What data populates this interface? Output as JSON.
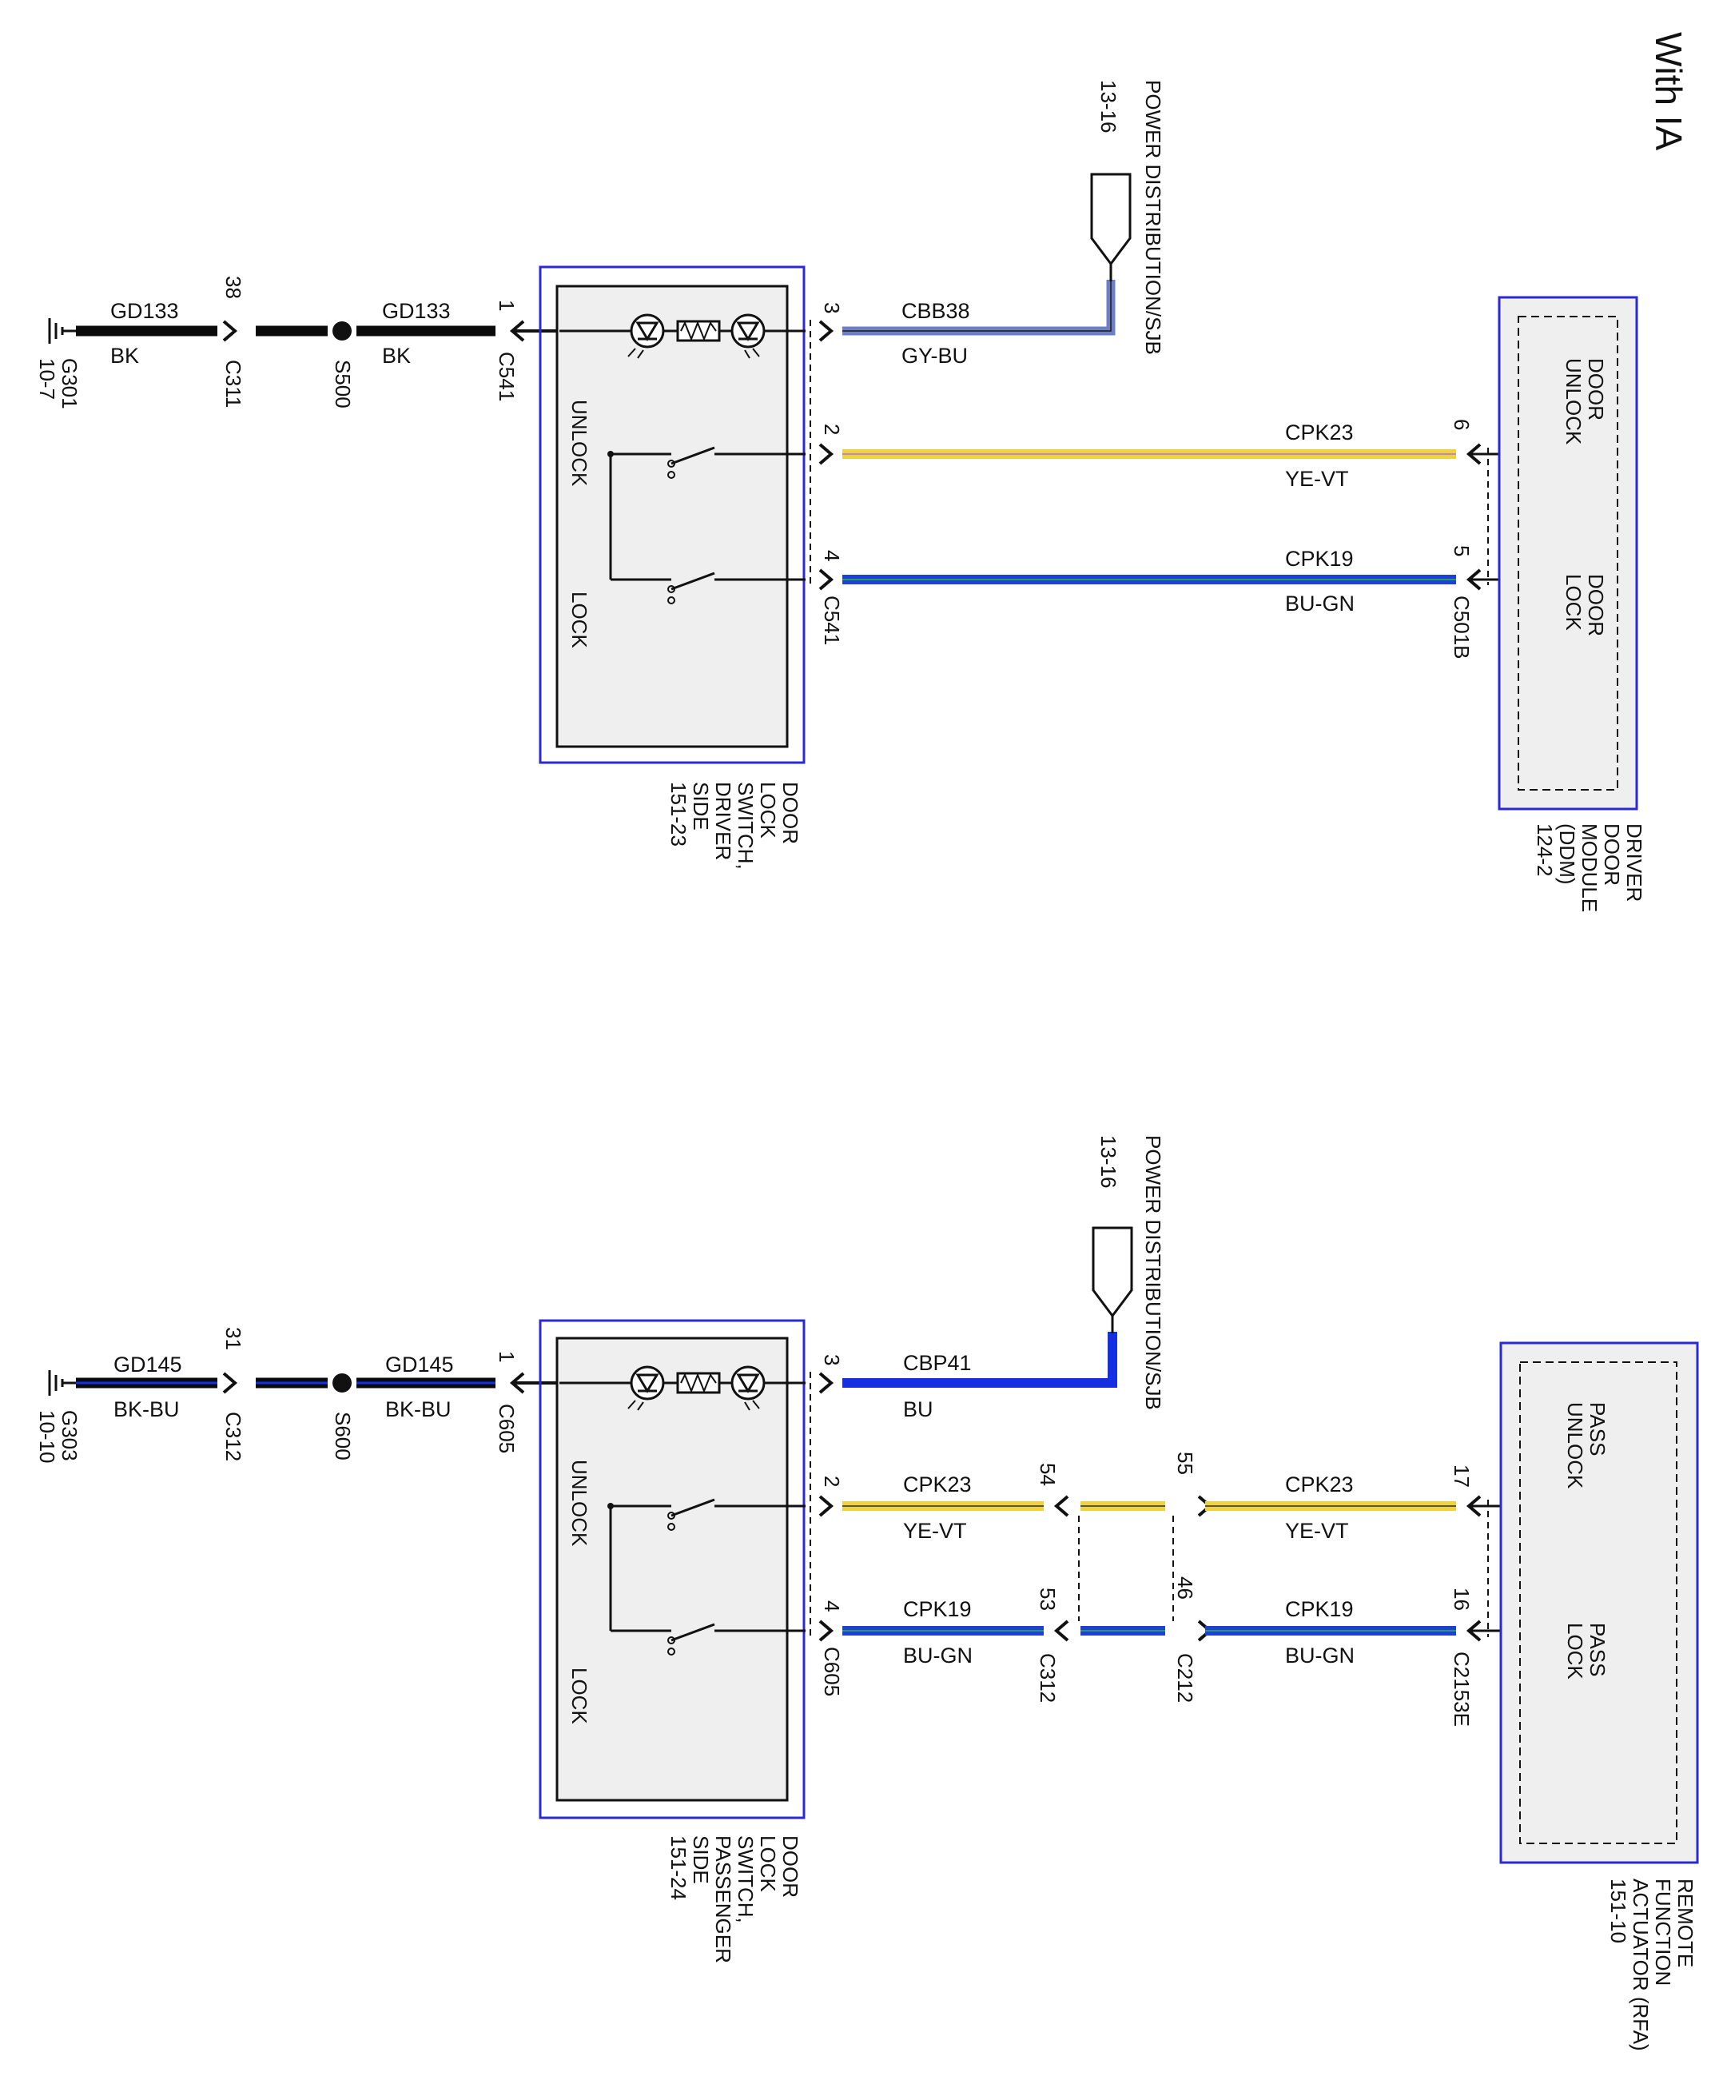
{
  "title": "With IA",
  "colors": {
    "BK": "#0a0a0a",
    "GY-BU": "#6a7fc8",
    "YE-VT": "#f2d23a",
    "BU-GN": "#1f3fd6",
    "BU": "#1530e0",
    "BK-BU": "#0a0a0a",
    "box_border": "#2a2ad0",
    "box_fill": "#efefef"
  },
  "upper": {
    "power": {
      "label": "POWER DISTRIBUTION/SJB",
      "ref": "13-16"
    },
    "ground": {
      "id": "G301",
      "ref": "10-7"
    },
    "ground_wire_left": {
      "circuit": "GD133",
      "color": "BK"
    },
    "ground_pin": "38",
    "ground_connector": "C311",
    "splice": "S500",
    "ground_wire_right": {
      "circuit": "GD133",
      "color": "BK"
    },
    "switch_pin_1": "1",
    "switch_connector_left": "C541",
    "switch_name": [
      "DOOR",
      "LOCK",
      "SWITCH,",
      "DRIVER",
      "SIDE",
      "151-23"
    ],
    "switch_labels": {
      "unlock": "UNLOCK",
      "lock": "LOCK"
    },
    "switch_connector_right": "C541",
    "wires": [
      {
        "pin": "3",
        "circuit": "CBB38",
        "color": "GY-BU"
      },
      {
        "pin": "2",
        "circuit": "CPK23",
        "color": "YE-VT",
        "far_pin": "6"
      },
      {
        "pin": "4",
        "circuit": "CPK19",
        "color": "BU-GN",
        "far_pin": "5"
      }
    ],
    "module_connector": "C501B",
    "module_name": [
      "DRIVER",
      "DOOR",
      "MODULE",
      "(DDM)",
      "124-2"
    ],
    "module_labels": {
      "unlock": [
        "DOOR",
        "UNLOCK"
      ],
      "lock": [
        "DOOR",
        "LOCK"
      ]
    }
  },
  "lower": {
    "power": {
      "label": "POWER DISTRIBUTION/SJB",
      "ref": "13-16"
    },
    "ground": {
      "id": "G303",
      "ref": "10-10"
    },
    "ground_wire_left": {
      "circuit": "GD145",
      "color": "BK-BU"
    },
    "ground_pin": "31",
    "ground_connector": "C312",
    "splice": "S600",
    "ground_wire_right": {
      "circuit": "GD145",
      "color": "BK-BU"
    },
    "switch_pin_1": "1",
    "switch_connector_left": "C605",
    "switch_name": [
      "DOOR",
      "LOCK",
      "SWITCH,",
      "PASSENGER",
      "SIDE",
      "151-24"
    ],
    "switch_labels": {
      "unlock": "UNLOCK",
      "lock": "LOCK"
    },
    "switch_connector_right": "C605",
    "wires": [
      {
        "pin": "3",
        "circuit": "CBP41",
        "color": "BU"
      },
      {
        "pin": "2",
        "circuit": "CPK23",
        "color": "YE-VT",
        "mid_pin_a": "54",
        "mid_pin_b": "55",
        "far_circuit": "CPK23",
        "far_color": "YE-VT",
        "far_pin": "17"
      },
      {
        "pin": "4",
        "circuit": "CPK19",
        "color": "BU-GN",
        "mid_pin_a": "53",
        "mid_pin_b": "46",
        "far_circuit": "CPK19",
        "far_color": "BU-GN",
        "far_pin": "16"
      }
    ],
    "mid_connector_a": "C312",
    "mid_connector_b": "C212",
    "module_connector": "C2153E",
    "module_name": [
      "REMOTE",
      "FUNCTION",
      "ACTUATOR (RFA)",
      "151-10"
    ],
    "module_labels": {
      "unlock": [
        "PASS",
        "UNLOCK"
      ],
      "lock": [
        "PASS",
        "LOCK"
      ]
    }
  }
}
